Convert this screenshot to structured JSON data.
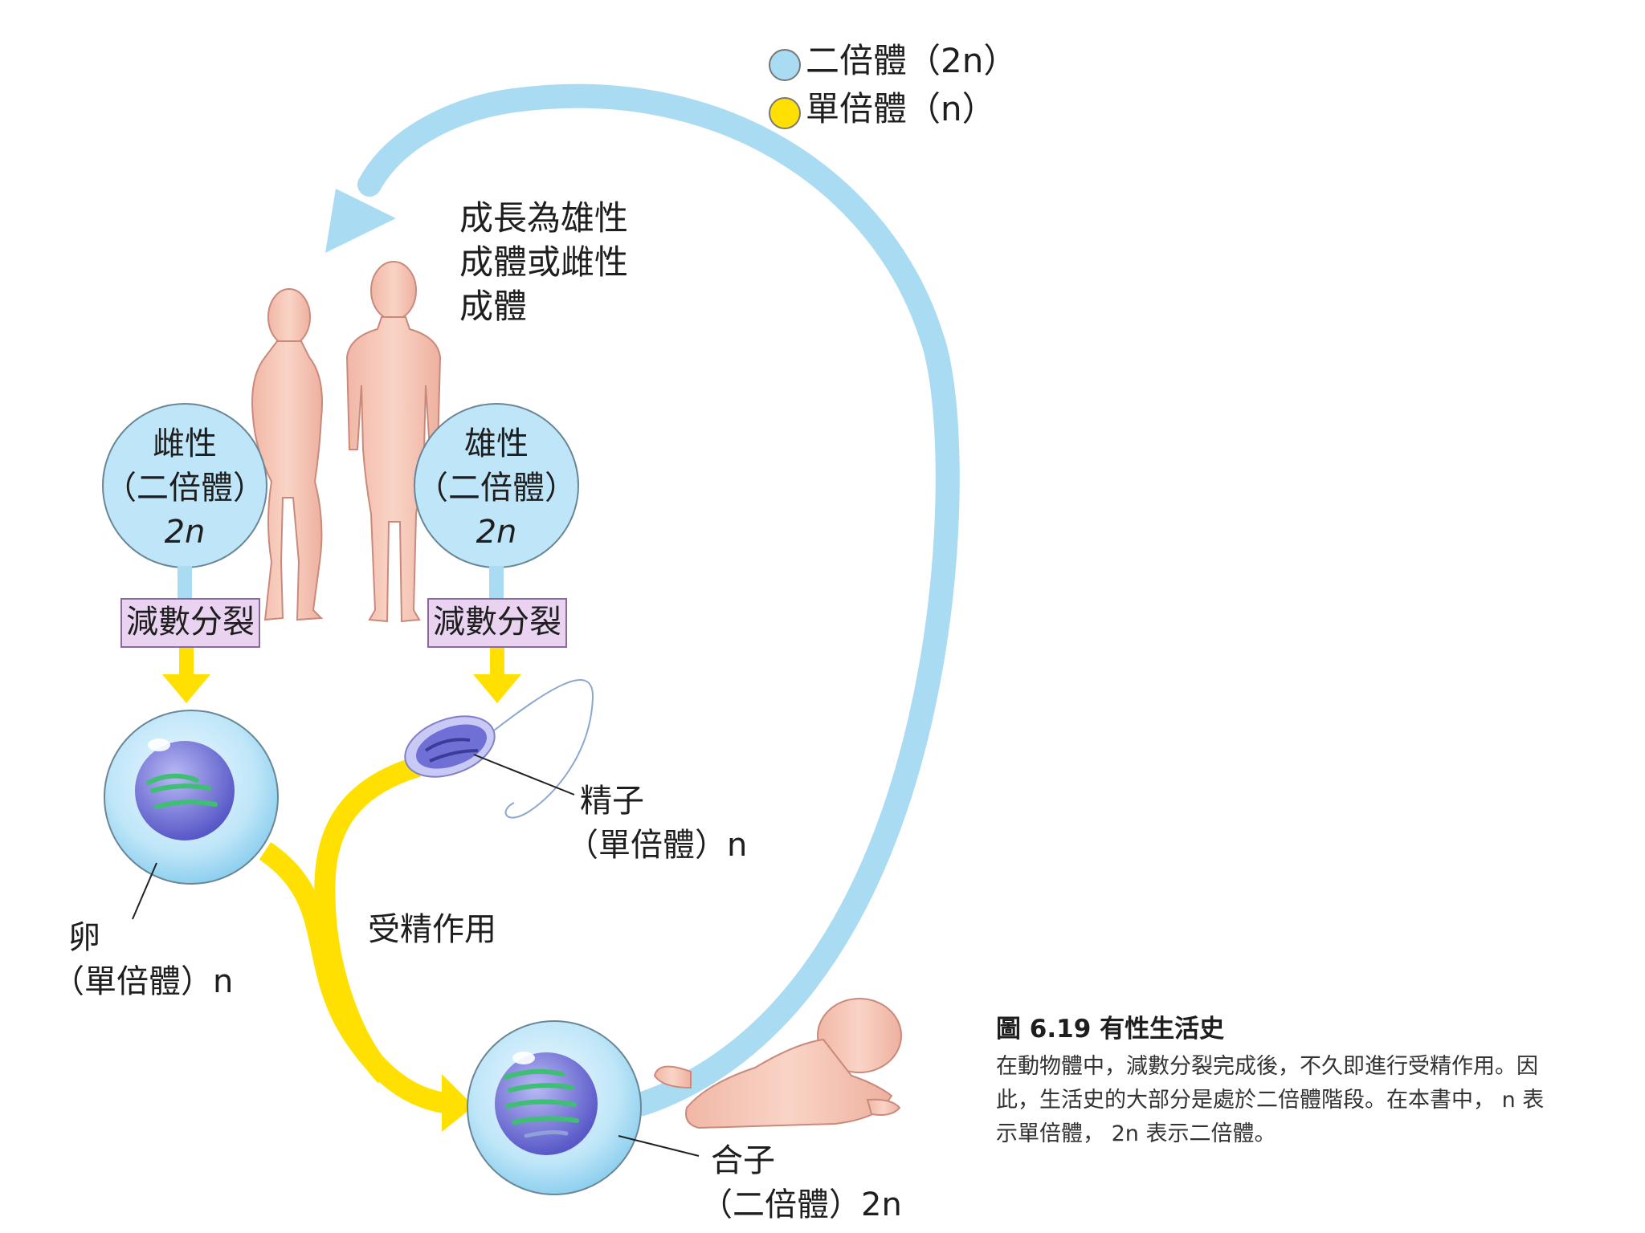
{
  "legend": {
    "diploid": {
      "label": "二倍體（2n）",
      "color": "#a9dbf2"
    },
    "haploid": {
      "label": "單倍體（n）",
      "color": "#ffe000"
    }
  },
  "growth_label": [
    "成長為雄性",
    "成體或雌性",
    "成體"
  ],
  "female": {
    "line1": "雌性",
    "line2": "（二倍體）",
    "line3": "2n"
  },
  "male": {
    "line1": "雄性",
    "line2": "（二倍體）",
    "line3": "2n"
  },
  "meiosis_label": "減數分裂",
  "sperm": {
    "name": "精子",
    "ploidy": "（單倍體）n"
  },
  "egg": {
    "name": "卵",
    "ploidy": "（單倍體）n"
  },
  "fertilization_label": "受精作用",
  "zygote": {
    "name": "合子",
    "ploidy": "（二倍體）2n"
  },
  "caption": {
    "title": "圖 6.19   有性生活史",
    "lines": [
      "在動物體中，減數分裂完成後，不久即進行受精作用。因",
      "此，生活史的大部分是處於二倍體階段。在本書中， n 表",
      "示單倍體， 2n 表示二倍體。"
    ]
  },
  "colors": {
    "diploid_blue": "#a9dbf2",
    "haploid_yellow": "#ffe000",
    "meiosis_box": "#e9d3f1",
    "skin": "#f6c7b8",
    "nucleus": "#6f6fd6",
    "chromosome": "#3fbf73"
  }
}
